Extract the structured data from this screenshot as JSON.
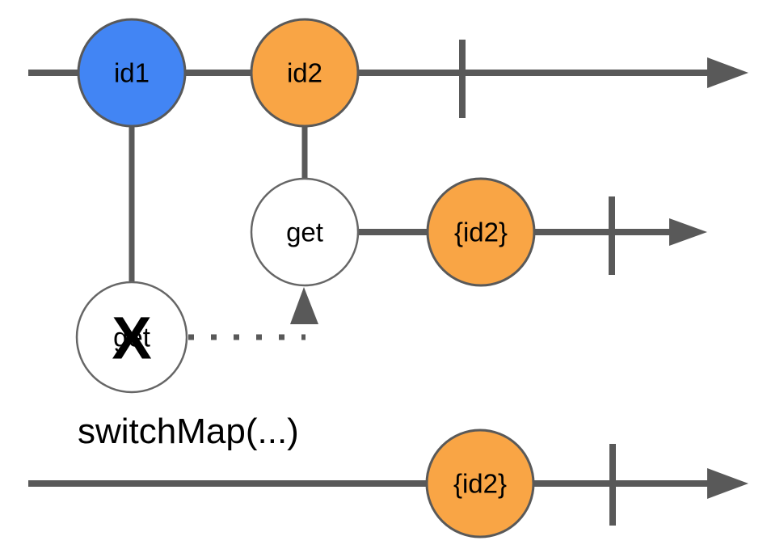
{
  "diagram": {
    "type": "rx-marble-diagram",
    "operator_label": "switchMap(...)",
    "source_stream": {
      "event1_label": "id1",
      "event2_label": "id2"
    },
    "inner_stream": {
      "request_label": "get",
      "result_label": "{id2}"
    },
    "cancelled_request": {
      "label": "get",
      "marker": "X"
    },
    "output_stream": {
      "result_label": "{id2}"
    }
  },
  "colors": {
    "blue": "#4285F4",
    "orange": "#F9A545",
    "line": "#595959",
    "white_fill": "#FFFFFF",
    "white_stroke": "#666666",
    "text": "#000000"
  }
}
